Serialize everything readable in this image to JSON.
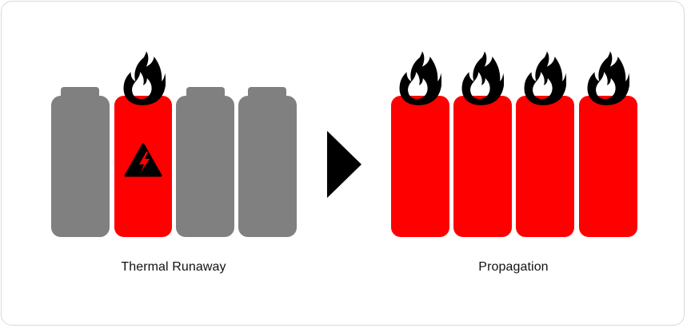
{
  "colors": {
    "normal_cell": "#808080",
    "hot_cell": "#ff0000",
    "flame": "#000000",
    "arrow": "#000000",
    "warning": "#000000"
  },
  "icons": [
    "flame-icon",
    "high-voltage-warning-icon",
    "right-arrow-icon"
  ],
  "left_panel": {
    "label": "Thermal Runaway",
    "cells": [
      {
        "state": "normal",
        "flame": false,
        "warning": false
      },
      {
        "state": "runaway",
        "flame": true,
        "warning": true
      },
      {
        "state": "normal",
        "flame": false,
        "warning": false
      },
      {
        "state": "normal",
        "flame": false,
        "warning": false
      }
    ]
  },
  "right_panel": {
    "label": "Propagation",
    "cells": [
      {
        "state": "runaway",
        "flame": true,
        "warning": false
      },
      {
        "state": "runaway",
        "flame": true,
        "warning": false
      },
      {
        "state": "runaway",
        "flame": true,
        "warning": false
      },
      {
        "state": "runaway",
        "flame": true,
        "warning": false
      }
    ]
  }
}
